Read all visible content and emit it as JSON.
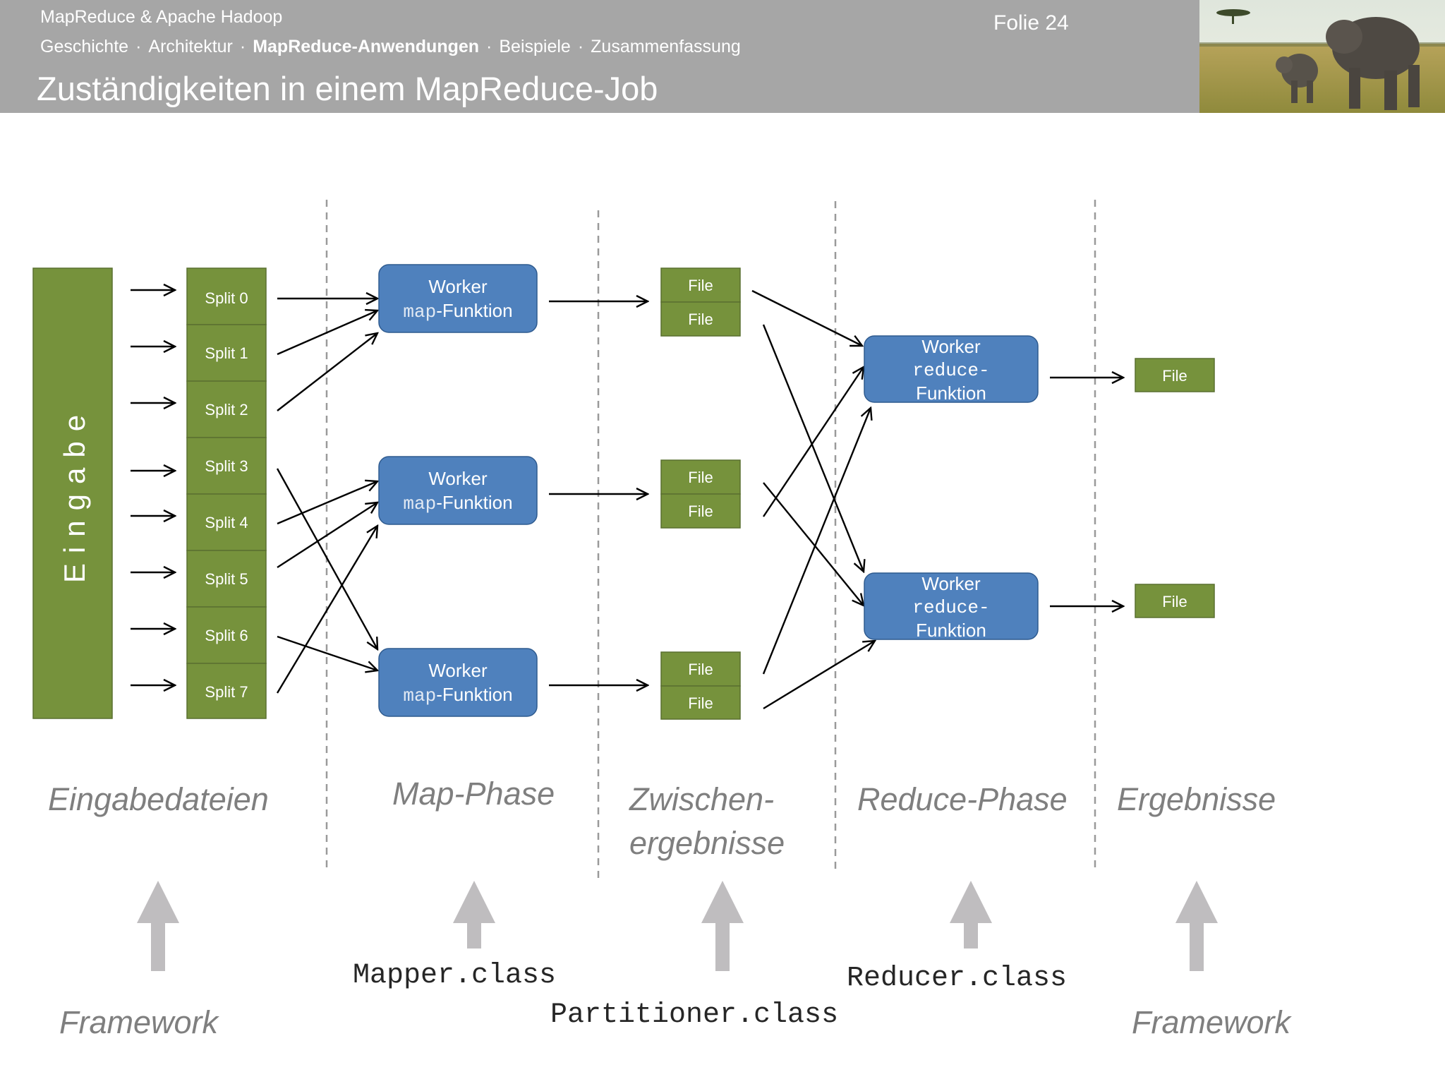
{
  "header": {
    "course": "MapReduce & Apache Hadoop",
    "nav": {
      "item1": "Geschichte",
      "item2": "Architektur",
      "item3": "MapReduce-Anwendungen",
      "item4": "Beispiele",
      "item5": "Zusammenfassung"
    },
    "title": "Zuständigkeiten in einem MapReduce-Job",
    "slide_number": "Folie 24",
    "photo": "elephants-savanna"
  },
  "colors": {
    "header": "#a6a6a6",
    "green": "#76923c",
    "blue": "#4f81bd",
    "phase_text": "#7f7f7f",
    "arrow_gray": "#bfbdbf"
  },
  "diagram": {
    "input": "Eingabe",
    "splits": [
      "Split 0",
      "Split 1",
      "Split 2",
      "Split 3",
      "Split 4",
      "Split 5",
      "Split 6",
      "Split 7"
    ],
    "map_worker": {
      "line1": "Worker",
      "code": "map",
      "suffix": "-Funktion"
    },
    "reduce_worker": {
      "line1": "Worker",
      "code": "reduce-",
      "line3": "Funktion"
    },
    "file": "File"
  },
  "phases": {
    "input_files": "Eingabedateien",
    "map": "Map-Phase",
    "intermediate_1": "Zwischen-",
    "intermediate_2": "ergebnisse",
    "reduce": "Reduce-Phase",
    "results": "Ergebnisse"
  },
  "responsibility": {
    "framework_left": "Framework",
    "mapper": "Mapper.class",
    "partitioner": "Partitioner.class",
    "reducer": "Reducer.class",
    "framework_right": "Framework"
  }
}
